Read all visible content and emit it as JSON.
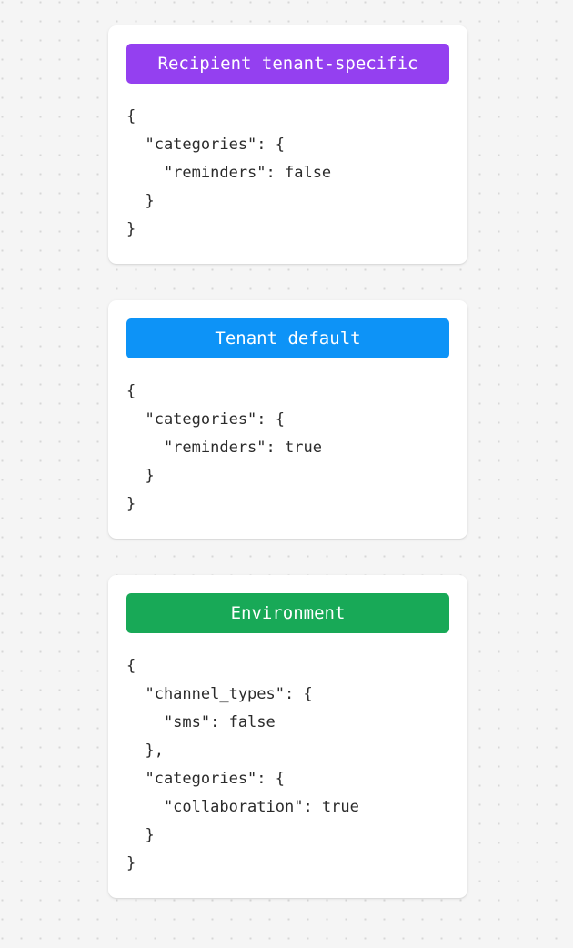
{
  "background": {
    "color": "#f5f5f5",
    "dot_color": "#d7d7d7",
    "pattern": "dotted-grid"
  },
  "cards": [
    {
      "badge_label": "Recipient tenant-specific",
      "badge_color": "#9440f0",
      "badge_text_color": "#ffffff",
      "code": "{\n  \"categories\": {\n    \"reminders\": false\n  }\n}"
    },
    {
      "badge_label": "Tenant default",
      "badge_color": "#0d93f7",
      "badge_text_color": "#ffffff",
      "code": "{\n  \"categories\": {\n    \"reminders\": true\n  }\n}"
    },
    {
      "badge_label": "Environment",
      "badge_color": "#18a957",
      "badge_text_color": "#ffffff",
      "code": "{\n  \"channel_types\": {\n    \"sms\": false\n  },\n  \"categories\": {\n    \"collaboration\": true\n  }\n}"
    }
  ]
}
